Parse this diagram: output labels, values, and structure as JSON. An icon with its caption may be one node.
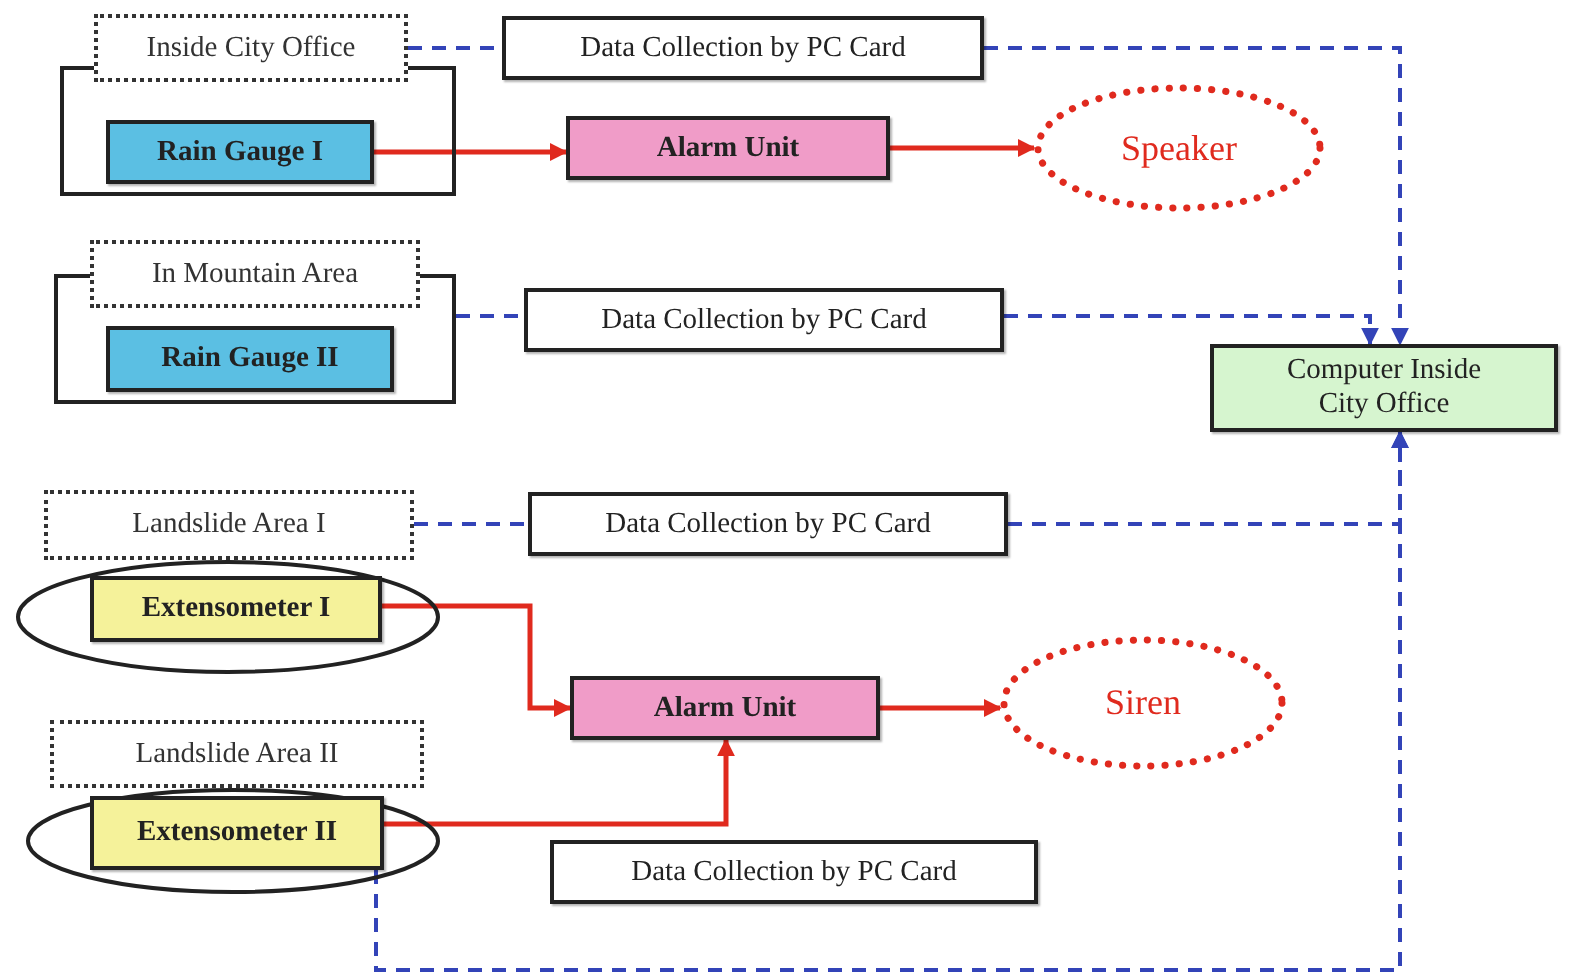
{
  "diagram": {
    "nodes": [
      {
        "text": [
          "Inside City Office"
        ]
      },
      {
        "text": [
          "Rain Gauge I"
        ],
        "in": 0
      },
      {
        "text": [
          "Alarm Unit"
        ]
      },
      {
        "text": [
          "Speaker"
        ]
      },
      {
        "text": [
          "Data Collection by PC Card"
        ]
      },
      {
        "text": [
          "In Mountain Area"
        ]
      },
      {
        "text": [
          "Rain Gauge II"
        ],
        "in": 5
      },
      {
        "text": [
          "Data Collection by PC Card"
        ]
      },
      {
        "text": [
          "Computer Inside City Office"
        ]
      },
      {
        "text": [
          "Landslide Area I"
        ]
      },
      {
        "text": [
          "Extensometer I"
        ],
        "in": 9
      },
      {
        "text": [
          "Data Collection by PC Card"
        ]
      },
      {
        "text": [
          "Alarm Unit"
        ]
      },
      {
        "text": [
          "Siren"
        ]
      },
      {
        "text": [
          "Landslide Area II"
        ]
      },
      {
        "text": [
          "Extensometer II"
        ],
        "in": 14
      },
      {
        "text": [
          "Data Collection by PC Card"
        ]
      }
    ],
    "edges": [
      {
        "from": 1,
        "to": 2,
        "arrow": "to",
        "color": "#e02a1e"
      },
      {
        "from": 2,
        "to": 3,
        "arrow": "to",
        "color": "#e02a1e"
      },
      {
        "from": 0,
        "to": 4,
        "arrow": "none",
        "style": "dashed"
      },
      {
        "from": 4,
        "to": 8,
        "arrow": "to",
        "style": "dashed"
      },
      {
        "from": 5,
        "to": 7,
        "arrow": "none",
        "style": "dashed"
      },
      {
        "from": 7,
        "to": 8,
        "arrow": "to",
        "style": "dashed"
      },
      {
        "from": 9,
        "to": 11,
        "arrow": "none",
        "style": "dashed"
      },
      {
        "from": 11,
        "to": 8,
        "arrow": "to",
        "style": "dashed"
      },
      {
        "from": 15,
        "to": 8,
        "arrow": "to",
        "style": "dashed"
      },
      {
        "from": 10,
        "to": 12,
        "arrow": "to",
        "color": "#e02a1e"
      },
      {
        "from": 15,
        "to": 12,
        "arrow": "to",
        "color": "#e02a1e"
      },
      {
        "from": 12,
        "to": 13,
        "arrow": "to",
        "color": "#e02a1e"
      }
    ]
  }
}
